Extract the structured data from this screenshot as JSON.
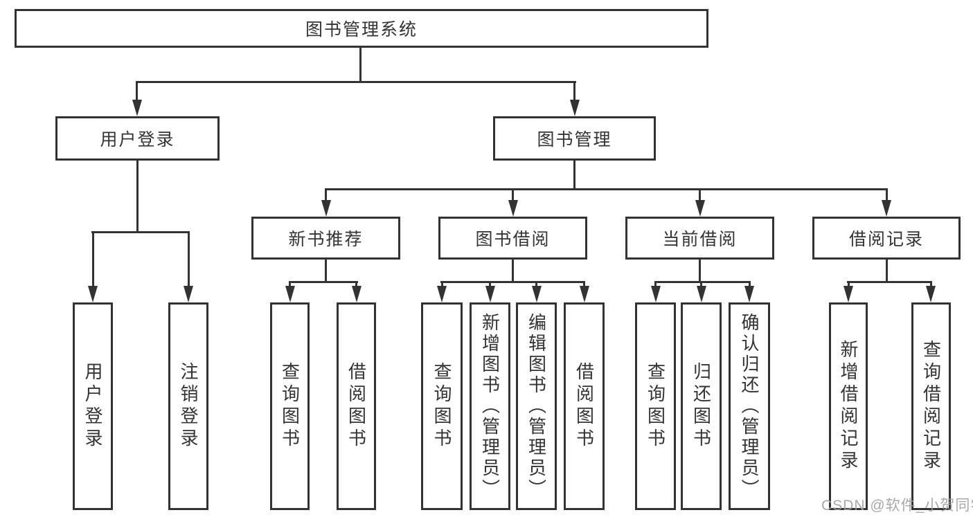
{
  "diagram": {
    "root": {
      "label": "图书管理系统"
    },
    "level1": [
      {
        "id": "user-login",
        "label": "用户登录"
      },
      {
        "id": "book-management",
        "label": "图书管理"
      }
    ],
    "level2": [
      {
        "id": "new-book-recommend",
        "label": "新书推荐",
        "parent": "图书管理"
      },
      {
        "id": "book-borrow",
        "label": "图书借阅",
        "parent": "图书管理"
      },
      {
        "id": "current-borrow",
        "label": "当前借阅",
        "parent": "图书管理"
      },
      {
        "id": "borrow-records",
        "label": "借阅记录",
        "parent": "图书管理"
      }
    ],
    "leaves": [
      {
        "label": "用户登录",
        "parent": "用户登录"
      },
      {
        "label": "注销登录",
        "parent": "用户登录"
      },
      {
        "label": "查询图书",
        "parent": "新书推荐"
      },
      {
        "label": "借阅图书",
        "parent": "新书推荐"
      },
      {
        "label": "查询图书",
        "parent": "图书借阅"
      },
      {
        "label": "新增图书（管理员）",
        "parent": "图书借阅"
      },
      {
        "label": "编辑图书（管理员）",
        "parent": "图书借阅"
      },
      {
        "label": "借阅图书",
        "parent": "图书借阅"
      },
      {
        "label": "查询图书",
        "parent": "当前借阅"
      },
      {
        "label": "归还图书",
        "parent": "当前借阅"
      },
      {
        "label": "确认归还（管理员）",
        "parent": "当前借阅"
      },
      {
        "label": "新增借阅记录",
        "parent": "借阅记录"
      },
      {
        "label": "查询借阅记录",
        "parent": "借阅记录"
      }
    ],
    "watermark": "CSDN @软件_小贺同学",
    "colors": {
      "line": "#333333",
      "border": "#333333",
      "text": "#333333",
      "background": "#ffffff",
      "watermark": "#9e9e9e"
    }
  }
}
